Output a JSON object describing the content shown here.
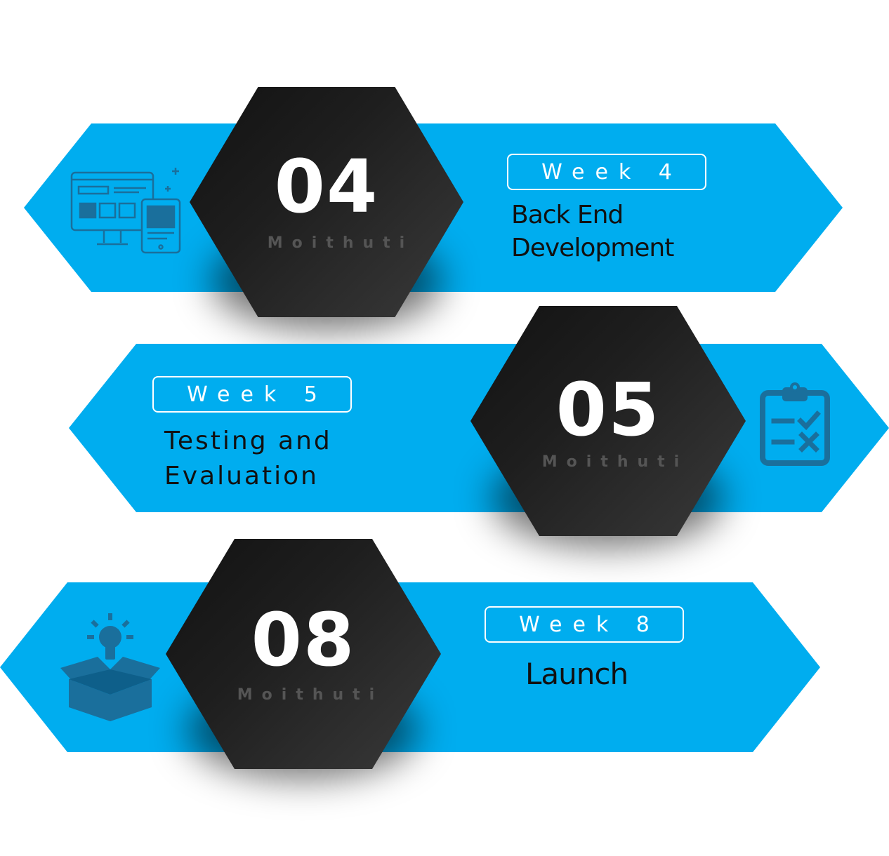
{
  "stages": [
    {
      "number": "04",
      "brand": "Moithuti",
      "week": "Week 4",
      "title_lines": [
        "Back End",
        "Development"
      ],
      "icon": "responsive-devices-icon"
    },
    {
      "number": "05",
      "brand": "Moithuti",
      "week": "Week 5",
      "title_lines": [
        "Testing and",
        "Evaluation"
      ],
      "icon": "clipboard-checklist-icon"
    },
    {
      "number": "08",
      "brand": "Moithuti",
      "week": "Week 8",
      "title_lines": [
        "Launch"
      ],
      "icon": "box-lightbulb-icon"
    }
  ],
  "colors": {
    "banner": "#00adef",
    "hexagon": "#1e1e1e",
    "icon": "#1a6f9c",
    "text": "#111111"
  }
}
